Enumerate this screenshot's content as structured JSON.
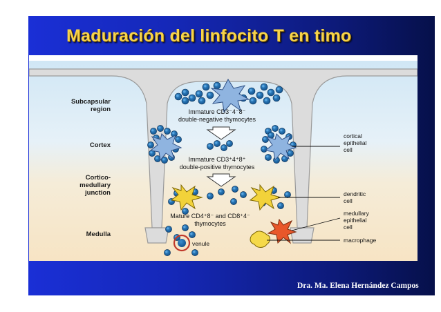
{
  "slide": {
    "title": "Maduración del linfocito T en timo",
    "credit": "Dra. Ma. Elena Hernández Campos"
  },
  "diagram": {
    "regions": {
      "subcapsular": [
        "Subcapsular",
        "region"
      ],
      "cortex": "Cortex",
      "corticomedullary": [
        "Cortico-",
        "medullary",
        "junction"
      ],
      "medulla": "Medulla"
    },
    "stages": {
      "double_negative": {
        "line1": "Immature CD3⁻4⁻8⁻",
        "line2": "double-negative thymocytes"
      },
      "double_positive": {
        "line1": "Immature CD3⁺4⁺8⁺",
        "line2": "double-positive thymocytes"
      },
      "single_positive": {
        "line1": "Mature CD4⁺8⁻ and CD8⁺4⁻",
        "line2": "thymocytes"
      }
    },
    "annotations": {
      "cortical_epithelial": [
        "cortical",
        "epithelial",
        "cell"
      ],
      "dendritic": [
        "dendritic",
        "cell"
      ],
      "medullary_epithelial": [
        "medullary",
        "epithelial",
        "cell"
      ],
      "macrophage": "macrophage",
      "venule": "venule"
    },
    "colors": {
      "thymocyte": "#1e6fb3",
      "cortical_epithelial": "#7fa6d8",
      "dendritic": "#f2d23a",
      "medullary_epithelial": "#e8572a",
      "macrophage": "#f5d94a"
    }
  }
}
